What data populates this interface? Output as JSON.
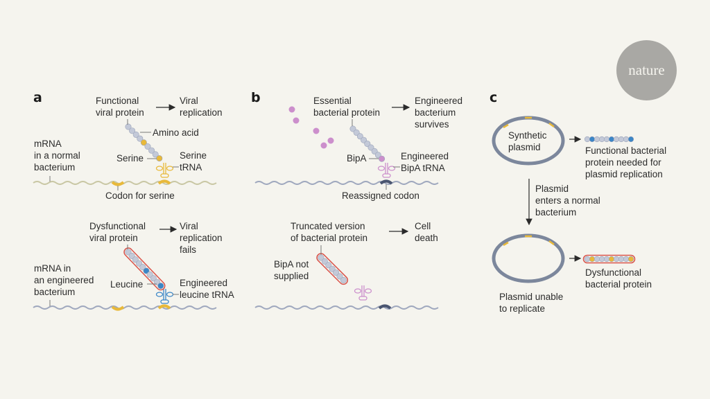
{
  "logo": {
    "text": "nature"
  },
  "colors": {
    "background": "#f5f4ee",
    "bead": "#c3c9d8",
    "serine": "#e8b93a",
    "leucine": "#3b86c7",
    "bipa": "#cc8fcc",
    "mrna_normal": "#c9c7a4",
    "mrna_engineered": "#9fa8be",
    "dysfunctional_outline": "#d9534a",
    "reassigned_codon": "#4a5570",
    "plasmid": "#7c879c"
  },
  "panel_a": {
    "letter": "a",
    "top": {
      "protein_label": "Functional\nviral protein",
      "outcome": "Viral\nreplication",
      "amino_acid_label": "Amino acid",
      "mrna_label": "mRNA\nin a normal\nbacterium",
      "serine_label": "Serine",
      "trna_label": "Serine\ntRNA",
      "codon_label": "Codon for serine"
    },
    "bottom": {
      "protein_label": "Dysfunctional\nviral protein",
      "outcome": "Viral\nreplication\nfails",
      "mrna_label": "mRNA in\nan engineered\nbacterium",
      "leucine_label": "Leucine",
      "trna_label": "Engineered\nleucine tRNA"
    }
  },
  "panel_b": {
    "letter": "b",
    "top": {
      "protein_label": "Essential\nbacterial protein",
      "outcome": "Engineered\nbacterium\nsurvives",
      "bipa_label": "BipA",
      "trna_label": "Engineered\nBipA tRNA",
      "codon_label": "Reassigned codon"
    },
    "bottom": {
      "protein_label": "Truncated version\nof bacterial protein",
      "outcome": "Cell\ndeath",
      "bipa_label": "BipA not\nsupplied"
    }
  },
  "panel_c": {
    "letter": "c",
    "plasmid_label": "Synthetic\nplasmid",
    "functional_label": "Functional bacterial\nprotein needed for\nplasmid replication",
    "transition_label": "Plasmid\nenters a normal\nbacterium",
    "unable_label": "Plasmid unable\nto replicate",
    "dysfunctional_label": "Dysfunctional\nbacterial protein"
  }
}
